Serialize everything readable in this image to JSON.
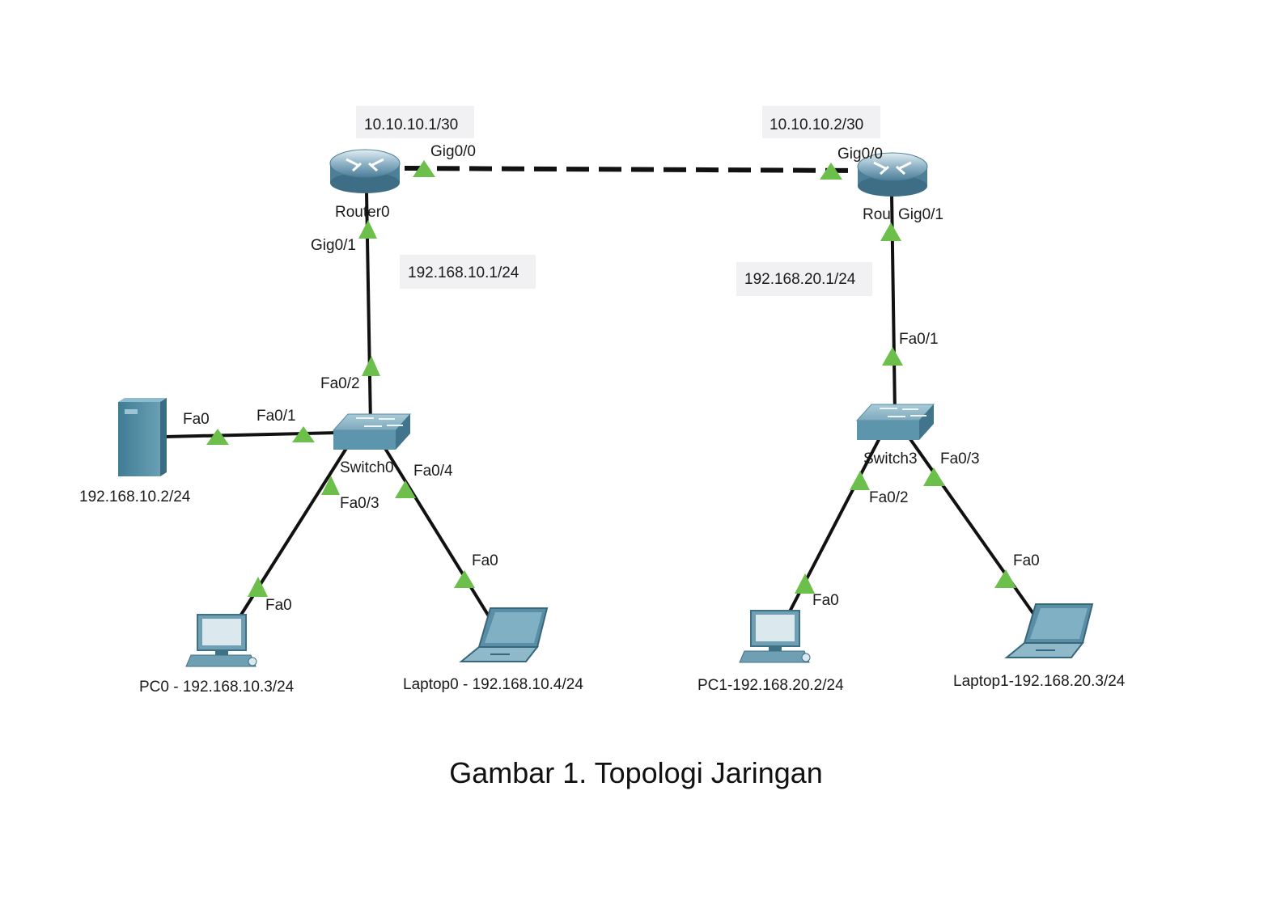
{
  "caption": "Gambar 1. Topologi Jaringan",
  "ip_labels": {
    "router0_gig00": "10.10.10.1/30",
    "router1_gig00": "10.10.10.2/30",
    "router0_lan": "192.168.10.1/24",
    "router1_lan": "192.168.20.1/24"
  },
  "devices": {
    "router0": "Router0",
    "router1_partial": "Rou",
    "switch0": "Switch0",
    "switch1": "Switch3",
    "server": "192.168.10.2/24",
    "pc0": "PC0 - 192.168.10.3/24",
    "laptop0": "Laptop0 - 192.168.10.4/24",
    "pc1": "PC1-192.168.20.2/24",
    "laptop1": "Laptop1-192.168.20.3/24"
  },
  "ports": {
    "r0_gig00": "Gig0/0",
    "r0_gig01": "Gig0/1",
    "r1_gig00": "Gig0/0",
    "r1_gig01": "Gig0/1",
    "sw0_fa02": "Fa0/2",
    "sw0_fa01": "Fa0/1",
    "server_fa0": "Fa0",
    "sw0_fa03": "Fa0/3",
    "sw0_fa04": "Fa0/4",
    "pc0_fa0": "Fa0",
    "laptop0_fa0": "Fa0",
    "sw1_fa01": "Fa0/1",
    "sw1_fa02": "Fa0/2",
    "sw1_fa03": "Fa0/3",
    "pc1_fa0": "Fa0",
    "laptop1_fa0": "Fa0"
  },
  "colors": {
    "link": "#111111",
    "port_status_up": "#6cbf4a",
    "device_blue": "#4f8aa3"
  }
}
